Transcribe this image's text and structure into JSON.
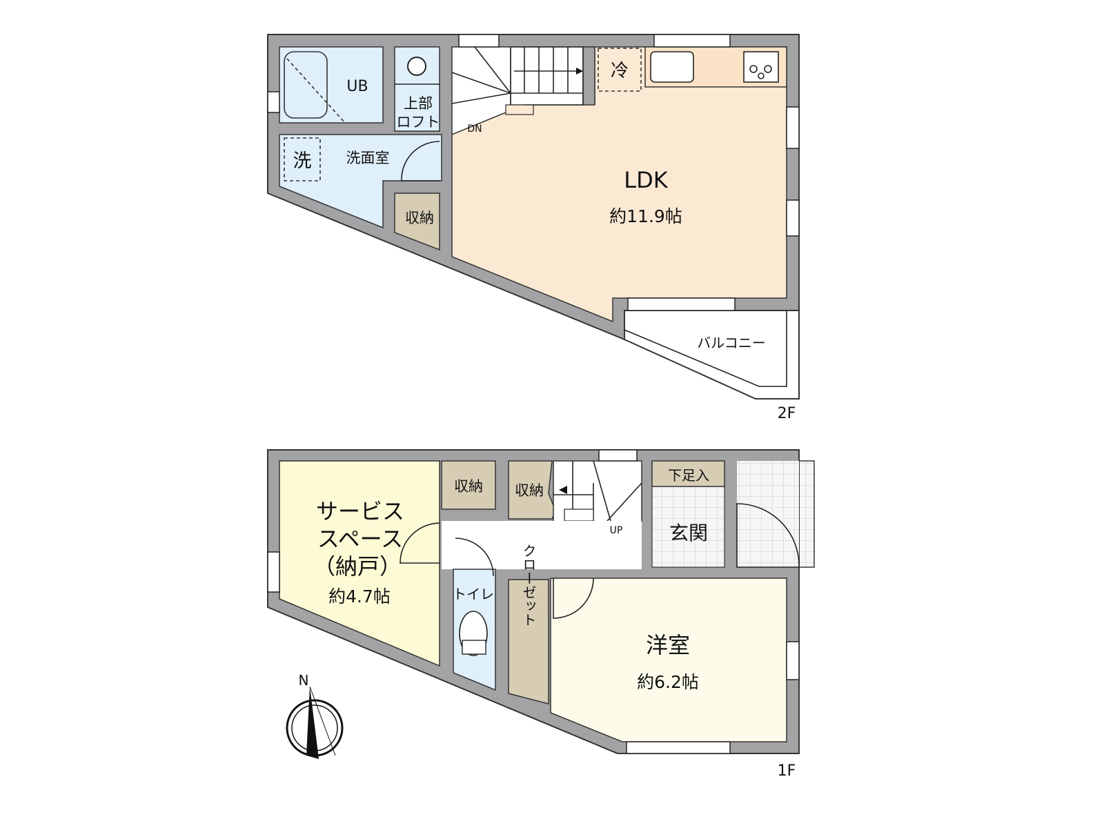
{
  "floors": {
    "second": {
      "floor_label": "2F",
      "rooms": {
        "ldk": {
          "name": "LDK",
          "size": "約11.9帖"
        },
        "unit_bath": {
          "name": "UB"
        },
        "washroom": {
          "name": "洗面室"
        },
        "washer": {
          "name": "洗"
        },
        "loft": {
          "name_line1": "上部",
          "name_line2": "ロフト"
        },
        "storage": {
          "name": "収納"
        },
        "fridge": {
          "name": "冷"
        },
        "balcony": {
          "name": "バルコニー"
        },
        "stairs": {
          "direction": "DN"
        }
      }
    },
    "first": {
      "floor_label": "1F",
      "rooms": {
        "service_space": {
          "name_line1": "サービス",
          "name_line2": "スペース",
          "name_line3": "（納戸）",
          "size": "約4.7帖"
        },
        "storage_a": {
          "name": "収納"
        },
        "storage_b": {
          "name": "収納"
        },
        "shoe_cabinet": {
          "name": "下足入"
        },
        "entrance": {
          "name": "玄関"
        },
        "toilet": {
          "name": "トイレ"
        },
        "closet": {
          "name": "クローゼット"
        },
        "western_room": {
          "name": "洋室",
          "size": "約6.2帖"
        },
        "stairs": {
          "direction": "UP"
        }
      }
    }
  },
  "compass": {
    "north_label": "N"
  },
  "colors": {
    "wall": "#a3a3a5",
    "ldk": "#fce9d4",
    "wet": "#dff0fb",
    "storage": "#d7cdb5",
    "service": "#fdfbd6",
    "western": "#fdfcea"
  }
}
